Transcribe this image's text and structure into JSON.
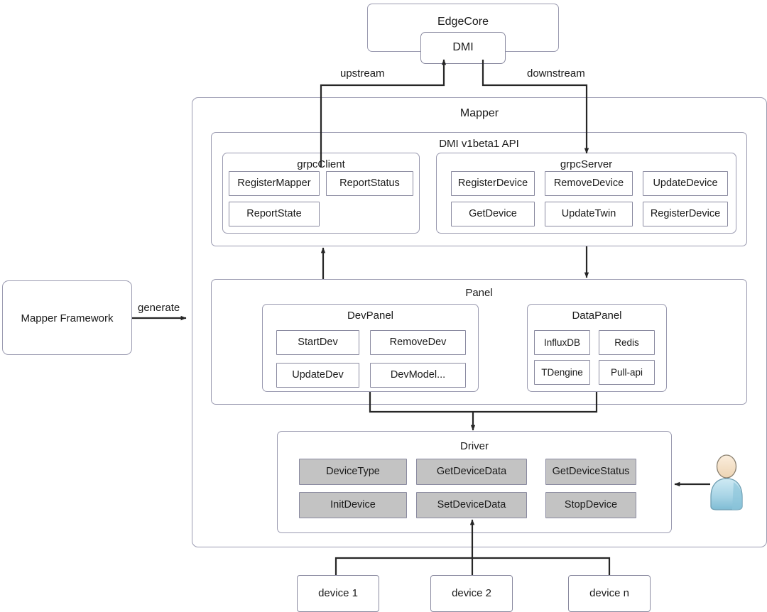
{
  "diagram": {
    "title": "KubeEdge Mapper / DMI architecture",
    "colors": {
      "box_border": "#8a8aa0",
      "container_border": "#9a9ab0",
      "driver_fill": "#c3c3c3",
      "edge_stroke": "#262626",
      "background": "#ffffff",
      "avatar_body": "#a9d5e6",
      "avatar_head": "#f3dfc8"
    }
  },
  "edgecore": {
    "label": "EdgeCore",
    "dmi": {
      "label": "DMI"
    }
  },
  "edge_labels": {
    "upstream": "upstream",
    "downstream": "downstream",
    "generate": "generate"
  },
  "mapper_framework": {
    "label": "Mapper Framework"
  },
  "mapper": {
    "label": "Mapper",
    "api": {
      "label": "DMI v1beta1 API",
      "grpc_client": {
        "label": "grpcClient",
        "methods": [
          "RegisterMapper",
          "ReportStatus",
          "ReportState"
        ]
      },
      "grpc_server": {
        "label": "grpcServer",
        "methods": [
          "RegisterDevice",
          "RemoveDevice",
          "UpdateDevice",
          "GetDevice",
          "UpdateTwin",
          "RegisterDevice"
        ]
      }
    },
    "panel": {
      "label": "Panel",
      "dev_panel": {
        "label": "DevPanel",
        "methods": [
          "StartDev",
          "RemoveDev",
          "UpdateDev",
          "DevModel..."
        ]
      },
      "data_panel": {
        "label": "DataPanel",
        "methods": [
          "InfluxDB",
          "Redis",
          "TDengine",
          "Pull-api"
        ]
      }
    },
    "driver": {
      "label": "Driver",
      "methods": [
        "DeviceType",
        "GetDeviceData",
        "GetDeviceStatus",
        "InitDevice",
        "SetDeviceData",
        "StopDevice"
      ]
    }
  },
  "devices": [
    {
      "label": "device 1"
    },
    {
      "label": "device 2"
    },
    {
      "label": "device n"
    }
  ],
  "user": {
    "icon": "user-avatar-icon"
  }
}
